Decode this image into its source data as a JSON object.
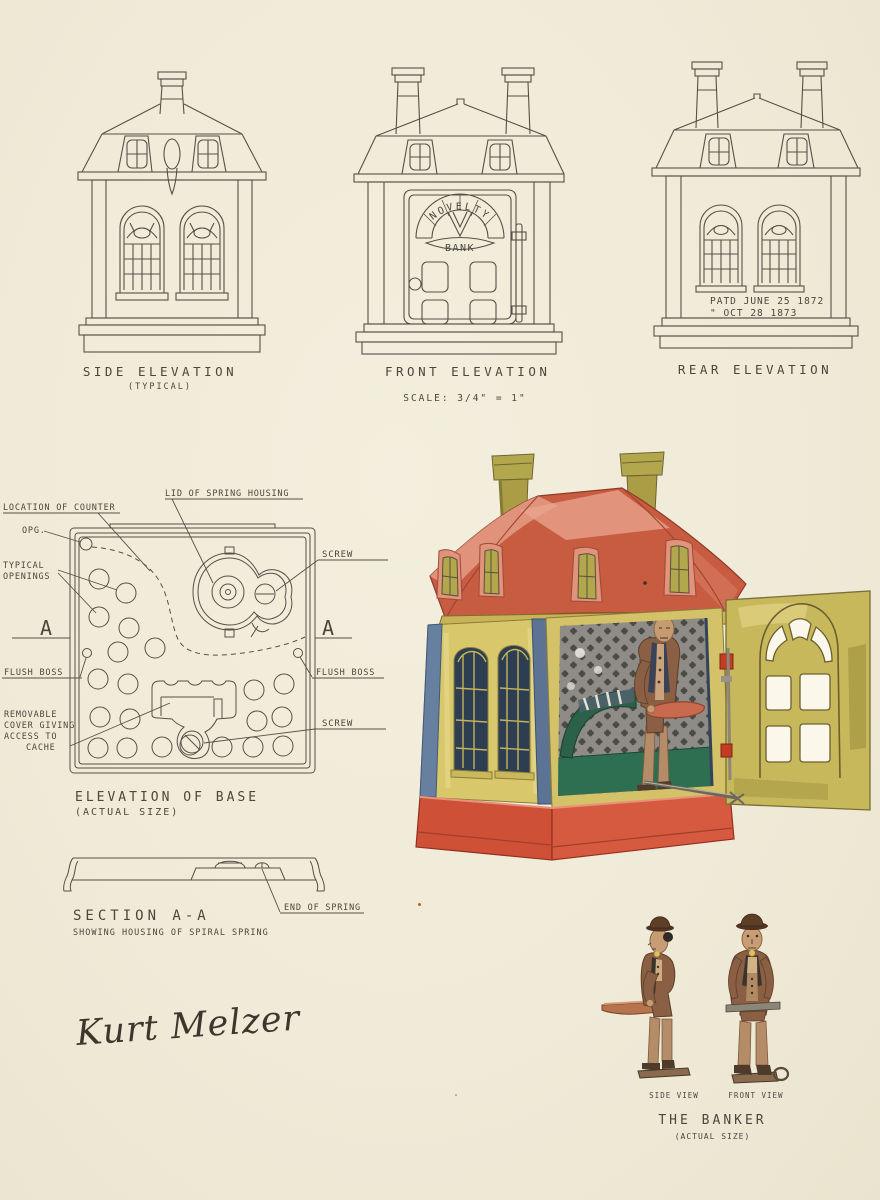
{
  "palette": {
    "paper": "#f0ebd8",
    "ink": "#565047",
    "label_ink": "#4c463c",
    "roof_red": "#c85c41",
    "roof_highlight": "#e8a58e",
    "wall_olive": "#d8c86b",
    "chimney_olive": "#b3a74d",
    "base_red": "#ce5037",
    "pillar_blue": "#68809f",
    "interior_grey": "#8f8b86",
    "floor_green": "#2e6f52",
    "door_olive": "#c8b85c",
    "suit_brown": "#8a5f43",
    "skin_tan": "#c89d74"
  },
  "titles": {
    "side": {
      "label": "SIDE ELEVATION",
      "sub": "(TYPICAL)"
    },
    "front": {
      "label": "FRONT ELEVATION",
      "scale": "SCALE: 3/4\" = 1\""
    },
    "rear": {
      "label": "REAR ELEVATION"
    },
    "base": {
      "label": "ELEVATION OF BASE",
      "sub": "(ACTUAL SIZE)"
    },
    "section": {
      "label": "SECTION A-A",
      "sub": "SHOWING HOUSING OF SPIRAL SPRING"
    }
  },
  "door": {
    "arch": "NOVELTY",
    "banner": "BANK"
  },
  "patent": {
    "line1": "PATD JUNE 25 1872",
    "line2": "\"   OCT 28 1873"
  },
  "plan": {
    "location_of_counter": "LOCATION OF COUNTER",
    "lid_of_spring_housing": "LID OF SPRING HOUSING",
    "opg": "OPG.",
    "typical_l1": "TYPICAL",
    "typical_l2": "OPENINGS",
    "screw_top": "SCREW",
    "screw_bottom": "SCREW",
    "flush_boss_left": "FLUSH BOSS",
    "flush_boss_right": "FLUSH BOSS",
    "removable_l1": "REMOVABLE",
    "removable_l2": "COVER GIVING",
    "removable_l3": "ACCESS TO",
    "removable_l4": "CACHE",
    "section_a_left": "A",
    "section_a_right": "A"
  },
  "section": {
    "end_of_spring": "END OF SPRING"
  },
  "signature": {
    "name": "Kurt Melzer"
  },
  "banker": {
    "side_view": "SIDE VIEW",
    "front_view": "FRONT VIEW",
    "title": "THE BANKER",
    "sub": "(ACTUAL SIZE)"
  }
}
